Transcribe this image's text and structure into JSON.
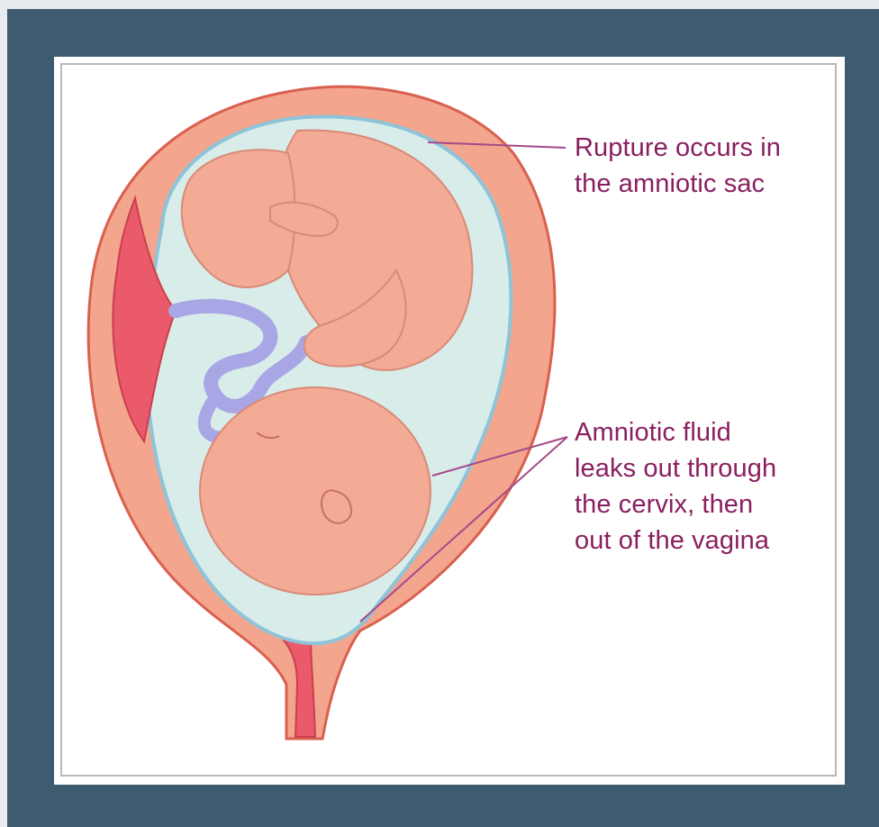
{
  "labels": {
    "rupture": [
      "Rupture occurs in",
      "the amniotic sac"
    ],
    "fluid": [
      "Amniotic fluid",
      "leaks out through",
      "the cervix, then",
      "out of the vagina"
    ]
  },
  "colors": {
    "frame": "#3f5b70",
    "label_text": "#8a1f5f",
    "uterus_wall": "#f0a08a",
    "placenta": "#ea5a6a",
    "amniotic_fluid": "#d8ecea",
    "fetus_skin": "#f3ab95",
    "umbilical_cord": "#a9a6e6",
    "leader_line": "#a44a8a"
  },
  "icons": {
    "illustration": "fetus-in-uterus-diagram"
  }
}
